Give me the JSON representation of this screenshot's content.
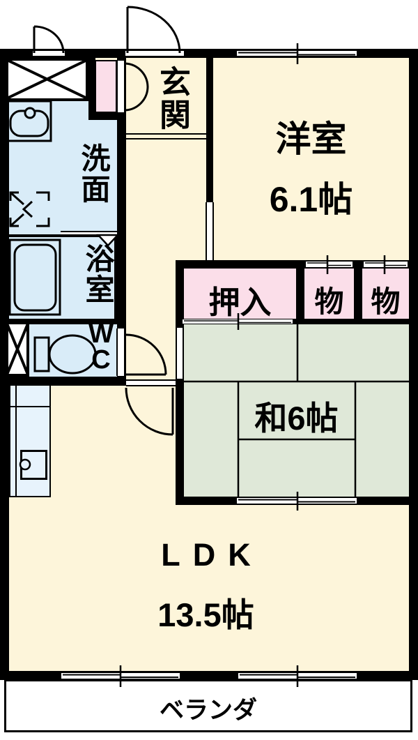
{
  "title": "apartment-floor-plan",
  "colors": {
    "room_cream": "#fdf5da",
    "wet_area_blue": "#d9ecf8",
    "counter_blue": "#e7f3fc",
    "closet_pink": "#fbdee9",
    "tatami_green": "#dfe8d8",
    "wall_black": "#000000",
    "veranda_white": "#ffffff"
  },
  "rooms": {
    "genkan": {
      "label": "玄関"
    },
    "senmen": {
      "label": "洗面"
    },
    "yokushitsu": {
      "label": "浴室"
    },
    "wc": {
      "label": "WC"
    },
    "yoshitsu": {
      "label": "洋室",
      "size": "6.1帖"
    },
    "oshiire": {
      "label": "押入"
    },
    "mono_left": {
      "label": "物"
    },
    "mono_right": {
      "label": "物"
    },
    "washitsu": {
      "label": "和6帖"
    },
    "ldk": {
      "label": "LDK",
      "size": "13.5帖"
    },
    "veranda": {
      "label": "ベランダ"
    }
  }
}
